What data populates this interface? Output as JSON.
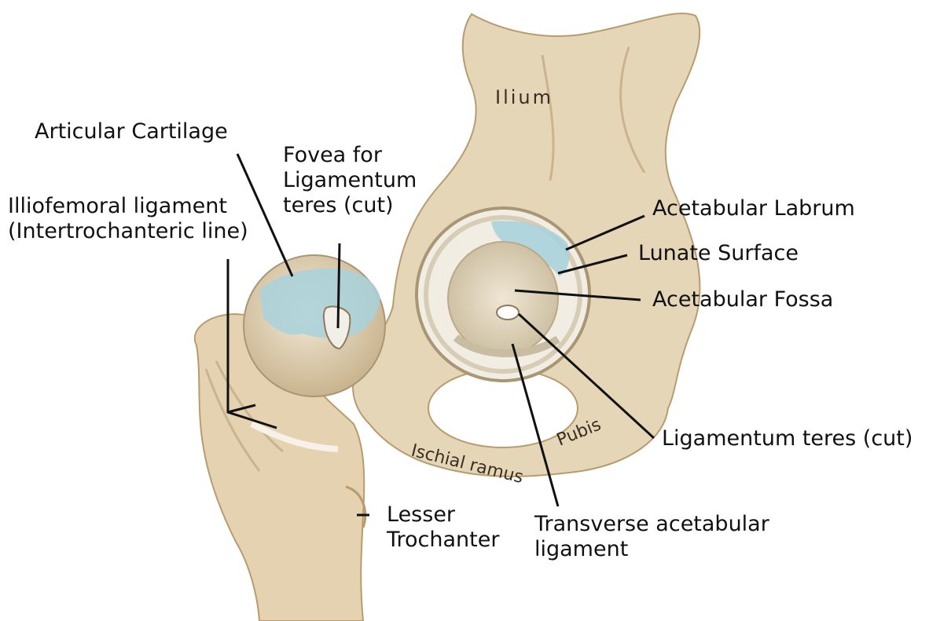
{
  "labels": {
    "articular_cartilage": "Articular Cartilage",
    "fovea": [
      "Fovea for",
      "Ligamentum",
      "teres (cut)"
    ],
    "iliofemoral": [
      "Illiofemoral ligament",
      "(Intertrochanteric line)"
    ],
    "acetabular_labrum": "Acetabular Labrum",
    "lunate_surface": "Lunate Surface",
    "acetabular_fossa": "Acetabular Fossa",
    "ligamentum_teres": "Ligamentum teres (cut)",
    "transverse_ligament": [
      "Transverse acetabular",
      "ligament"
    ],
    "lesser_trochanter": [
      "Lesser",
      "Trochanter"
    ]
  },
  "bone_labels": {
    "ilium": "Ilium",
    "ischial_ramus": "Ischial ramus",
    "pubis": "Pubis"
  },
  "colors": {
    "bone": "#e6d6b8",
    "bone_shadow": "#c8b08a",
    "cartilage": "#a8d2dc",
    "fossa": "#dccfb6",
    "line": "#111111"
  }
}
